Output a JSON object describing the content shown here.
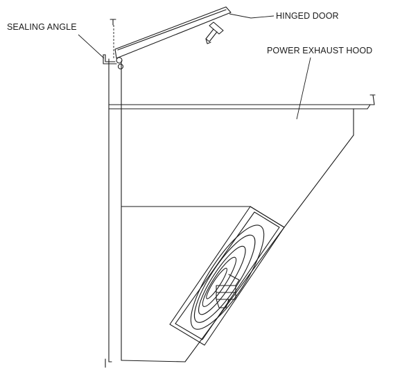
{
  "labels": {
    "hinged_door": "HINGED DOOR",
    "sealing_angle": "SEALING ANGLE",
    "power_exhaust_hood": "POWER EXHAUST HOOD"
  },
  "colors": {
    "line": "#1a1a1a",
    "background": "#ffffff"
  }
}
